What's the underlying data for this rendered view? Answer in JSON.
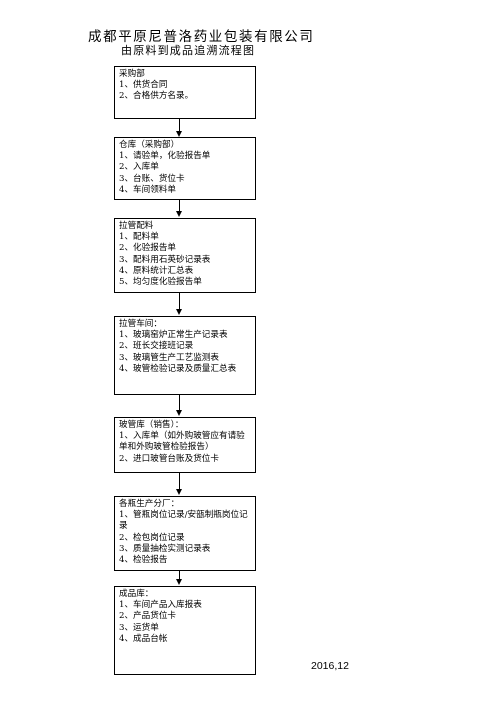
{
  "header": {
    "company": "成都平原尼普洛药业包装有限公司",
    "subtitle": "由原料到成品追溯流程图"
  },
  "boxes": [
    {
      "title": "采购部",
      "items": [
        "1、供货合同",
        "2、合格供方名录。"
      ]
    },
    {
      "title": "仓库（采购部）",
      "items": [
        "1、请验单，化验报告单",
        "2、入库单",
        "3、台账、货位卡",
        "4、车间领料单"
      ]
    },
    {
      "title": "拉管配料",
      "items": [
        "1、配料单",
        "2、化验报告单",
        "3、配料用石英砂记录表",
        "4、原料统计汇总表",
        "5、均匀度化验报告单"
      ]
    },
    {
      "title": "拉管车间：",
      "items": [
        "1、玻璃窑炉正常生产记录表",
        "2、班长交接班记录",
        "3、玻璃管生产工艺监测表",
        "4、玻管检验记录及质量汇总表"
      ]
    },
    {
      "title": "玻管库（销售）：",
      "items": [
        "1、入库单（如外购玻管应有请验单和外购玻管检验报告）",
        "2、进口玻管台账及货位卡"
      ]
    },
    {
      "title": "各瓶生产分厂：",
      "items": [
        "1、管瓶岗位记录/安瓿制瓶岗位记录",
        "2、检包岗位记录",
        "3、质量抽检实测记录表",
        "4、检验报告"
      ]
    },
    {
      "title": "成品库：",
      "items": [
        "1、车间产品入库报表",
        "2、产品货位卡",
        "3、运货单",
        "4、成品台帐"
      ]
    }
  ],
  "footer": {
    "date": "2016,12"
  }
}
